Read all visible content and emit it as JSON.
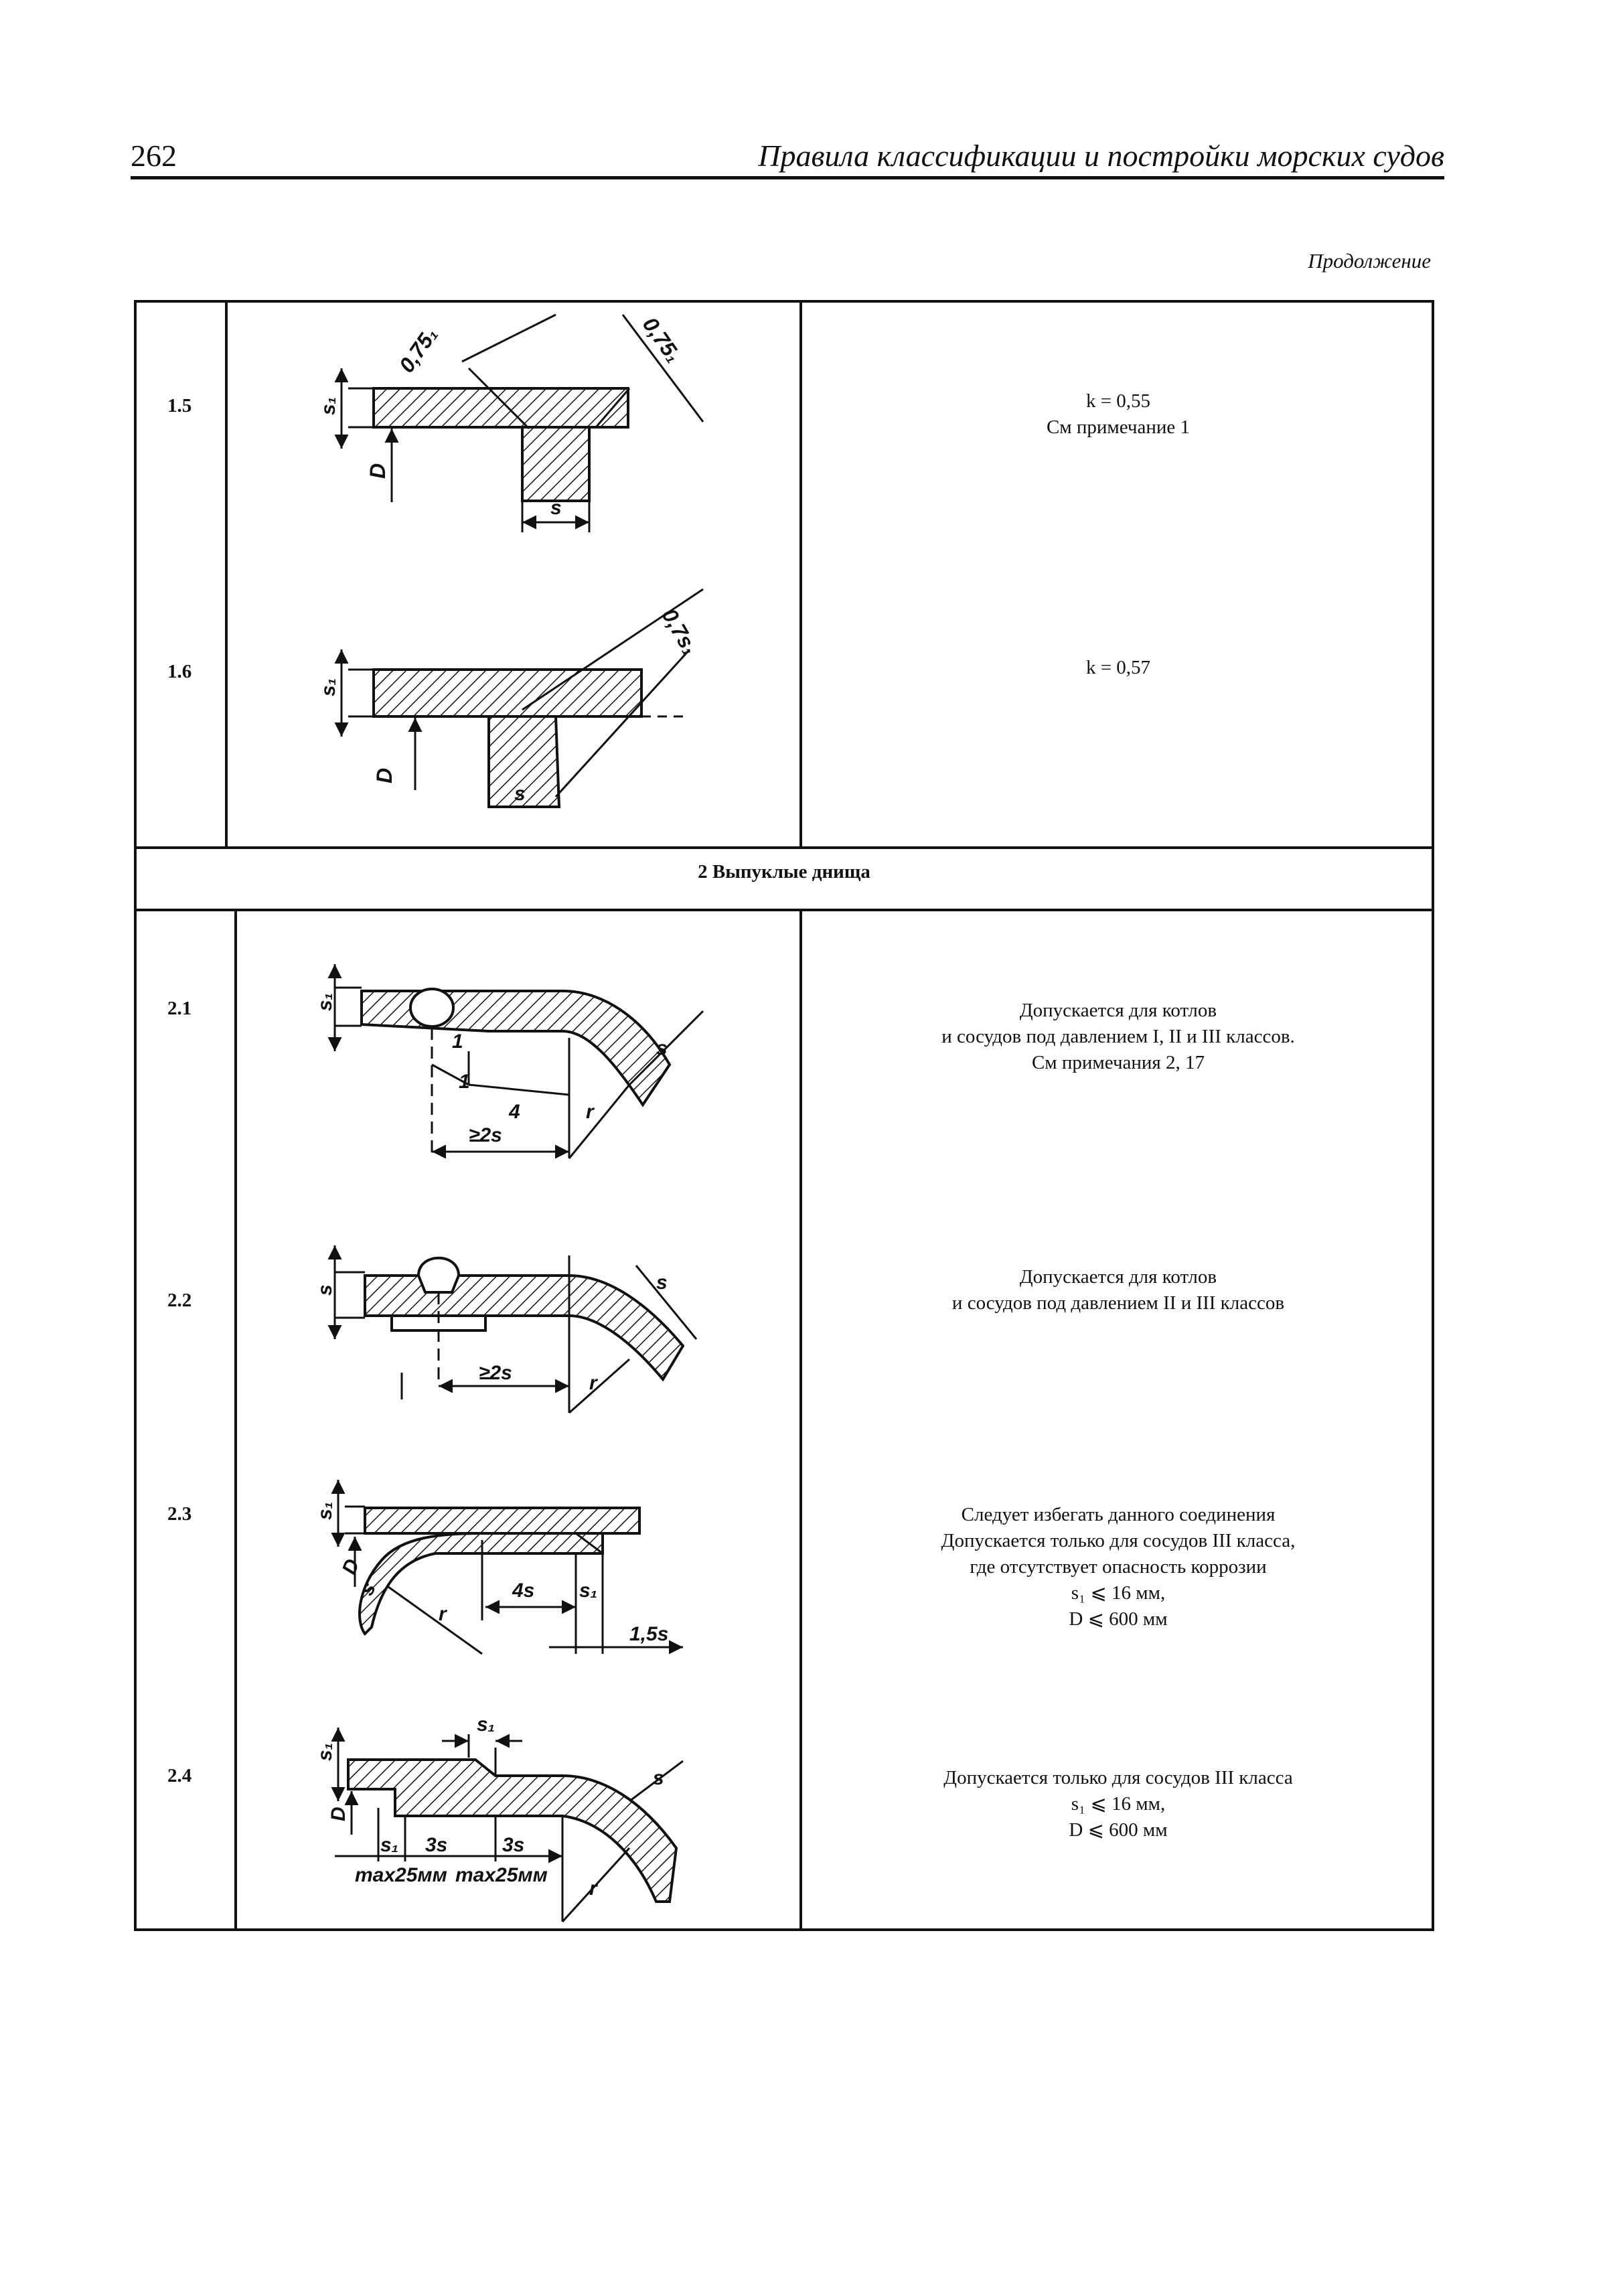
{
  "header": {
    "page_number": "262",
    "running_title": "Правила классификации и постройки морских судов",
    "continuation": "Продолжение"
  },
  "section2": {
    "title": "2 Выпуклые днища"
  },
  "rows": [
    {
      "num": "1.5",
      "lines": [
        "k = 0,55",
        "См  примечание 1"
      ]
    },
    {
      "num": "1.6",
      "lines": [
        "k = 0,57"
      ]
    },
    {
      "num": "2.1",
      "lines": [
        "Допускается для котлов",
        "и сосудов под давлением I, II и III классов.",
        "См примечания 2, 17"
      ]
    },
    {
      "num": "2.2",
      "lines": [
        "Допускается для котлов",
        "и сосудов под давлением II и III классов"
      ]
    },
    {
      "num": "2.3",
      "lines": [
        "Следует избегать данного соединения",
        "Допускается только для сосудов III класса,",
        "где отсутствует опасность коррозии",
        "s₁ ⩽ 16 мм,",
        "D ⩽ 600 мм"
      ]
    },
    {
      "num": "2.4",
      "lines": [
        "Допускается только для сосудов III класса",
        "s₁ ⩽ 16 мм,",
        "D ⩽ 600 мм"
      ]
    }
  ],
  "figure_labels": {
    "s1": "s₁",
    "s": "s",
    "D": "D",
    "r": "r",
    "d075s1": "0,75₁",
    "d075s1b": "0,7s₁",
    "one": "1",
    "four": "4",
    "ge2s": "≥2s",
    "s4": "4s",
    "s3": "3s",
    "s15": "1,5s",
    "max25": "max25мм"
  }
}
